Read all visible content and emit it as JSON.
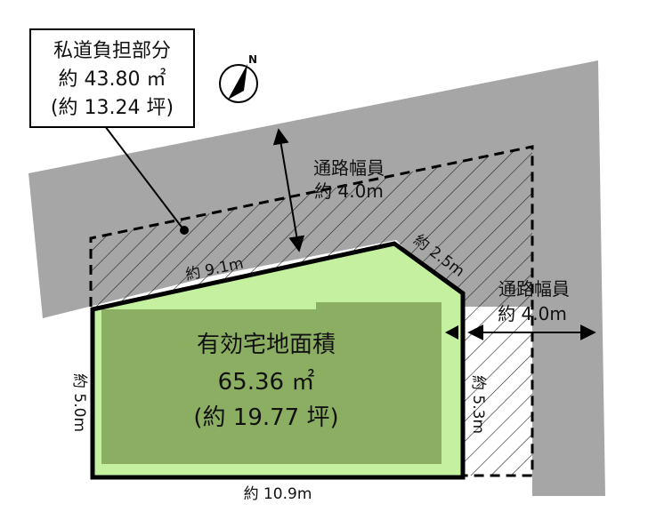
{
  "colors": {
    "road": "#a6a6a6",
    "lot_outer": "#c4f0a0",
    "lot_inner": "#8cae62",
    "outline": "#000000",
    "hatch": "#222222",
    "background": "#ffffff"
  },
  "compass": {
    "label": "N",
    "icon": "north-arrow-icon"
  },
  "private_road_box": {
    "line1": "私道負担部分",
    "line2": "約 43.80 ㎡",
    "line3": "(約 13.24 坪)"
  },
  "lot": {
    "title": "有効宅地面積",
    "area": "65.36 ㎡",
    "tsubo": "(約 19.77 坪)"
  },
  "road_top": {
    "label": "通路幅員",
    "width": "約 4.0m"
  },
  "road_right": {
    "label": "通路幅員",
    "width": "約 4.0m"
  },
  "dimensions": {
    "top": "約 9.1m",
    "corner": "約 2.5m",
    "right": "約 5.3m",
    "left": "約 5.0m",
    "bottom": "約 10.9m"
  }
}
